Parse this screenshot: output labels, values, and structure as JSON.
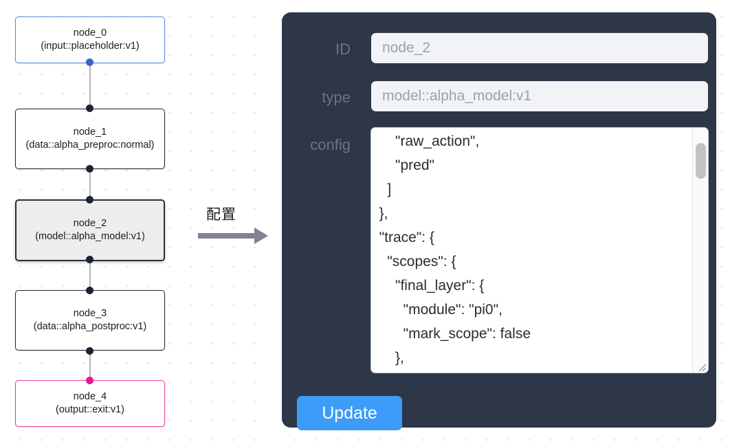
{
  "graph": {
    "nodes": [
      {
        "id": "node_0",
        "title": "node_0",
        "subtitle": "(input::placeholder:v1)",
        "kind": "input",
        "selected": false
      },
      {
        "id": "node_1",
        "title": "node_1",
        "subtitle": "(data::alpha_preproc:normal)",
        "kind": "data",
        "selected": false
      },
      {
        "id": "node_2",
        "title": "node_2",
        "subtitle": "(model::alpha_model:v1)",
        "kind": "model",
        "selected": true
      },
      {
        "id": "node_3",
        "title": "node_3",
        "subtitle": "(data::alpha_postproc:v1)",
        "kind": "data",
        "selected": false
      },
      {
        "id": "node_4",
        "title": "node_4",
        "subtitle": "(output::exit:v1)",
        "kind": "output",
        "selected": false
      }
    ],
    "edges": [
      {
        "from": "node_0",
        "to": "node_1"
      },
      {
        "from": "node_1",
        "to": "node_2"
      },
      {
        "from": "node_2",
        "to": "node_3"
      },
      {
        "from": "node_3",
        "to": "node_4"
      }
    ]
  },
  "transition": {
    "label": "配置",
    "arrow_icon": "arrow-right-icon"
  },
  "panel": {
    "fields": {
      "id_label": "ID",
      "id_value": "node_2",
      "type_label": "type",
      "type_value": "model::alpha_model:v1",
      "config_label": "config",
      "config_value": "      \"raw_action\",\n      \"pred\"\n    ]\n  },\n  \"trace\": {\n    \"scopes\": {\n      \"final_layer\": {\n        \"module\": \"pi0\",\n        \"mark_scope\": false\n      },\n      \"action_model\": {"
    },
    "update_label": "Update",
    "scrollbar": {
      "icon": "vertical-scrollbar",
      "thumb_position": "near-top"
    },
    "resize_grip_icon": "resize-grip-icon"
  },
  "colors": {
    "panel_bg": "#2e3747",
    "accent_button": "#3d9cf7",
    "input_border_blue": "#5b87d6",
    "output_border_pink": "#e0409a",
    "selected_node_fill": "#ededee",
    "node_border": "#1f2430",
    "edge": "#b4b4b8"
  }
}
